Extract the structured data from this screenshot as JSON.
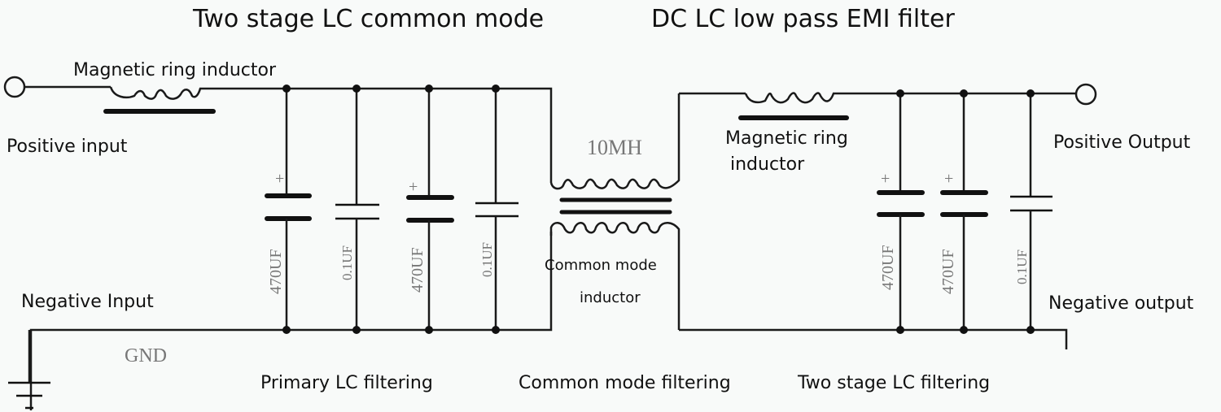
{
  "title": {
    "left": "Two stage LC common mode",
    "right": "DC LC low pass EMI filter"
  },
  "terminals": {
    "positive_input": "Positive input",
    "negative_input": "Negative Input",
    "positive_output": "Positive Output",
    "negative_output": "Negative output",
    "ground": "GND"
  },
  "components": {
    "input_inductor": "Magnetic ring inductor",
    "output_inductor_line1": "Magnetic ring",
    "output_inductor_line2": "inductor",
    "cm_inductor_value": "10MH",
    "cm_inductor_line1": "Common mode",
    "cm_inductor_line2": "inductor",
    "capacitors": [
      {
        "value": "470UF",
        "polarized": true,
        "stage": "primary"
      },
      {
        "value": "0.1UF",
        "polarized": false,
        "stage": "primary"
      },
      {
        "value": "470UF",
        "polarized": true,
        "stage": "primary"
      },
      {
        "value": "0.1UF",
        "polarized": false,
        "stage": "primary"
      },
      {
        "value": "470UF",
        "polarized": true,
        "stage": "output"
      },
      {
        "value": "470UF",
        "polarized": true,
        "stage": "output"
      },
      {
        "value": "0.1UF",
        "polarized": false,
        "stage": "output"
      }
    ],
    "plus_sign": "+"
  },
  "sections": {
    "primary": "Primary LC filtering",
    "common_mode": "Common mode filtering",
    "two_stage": "Two stage LC filtering"
  }
}
